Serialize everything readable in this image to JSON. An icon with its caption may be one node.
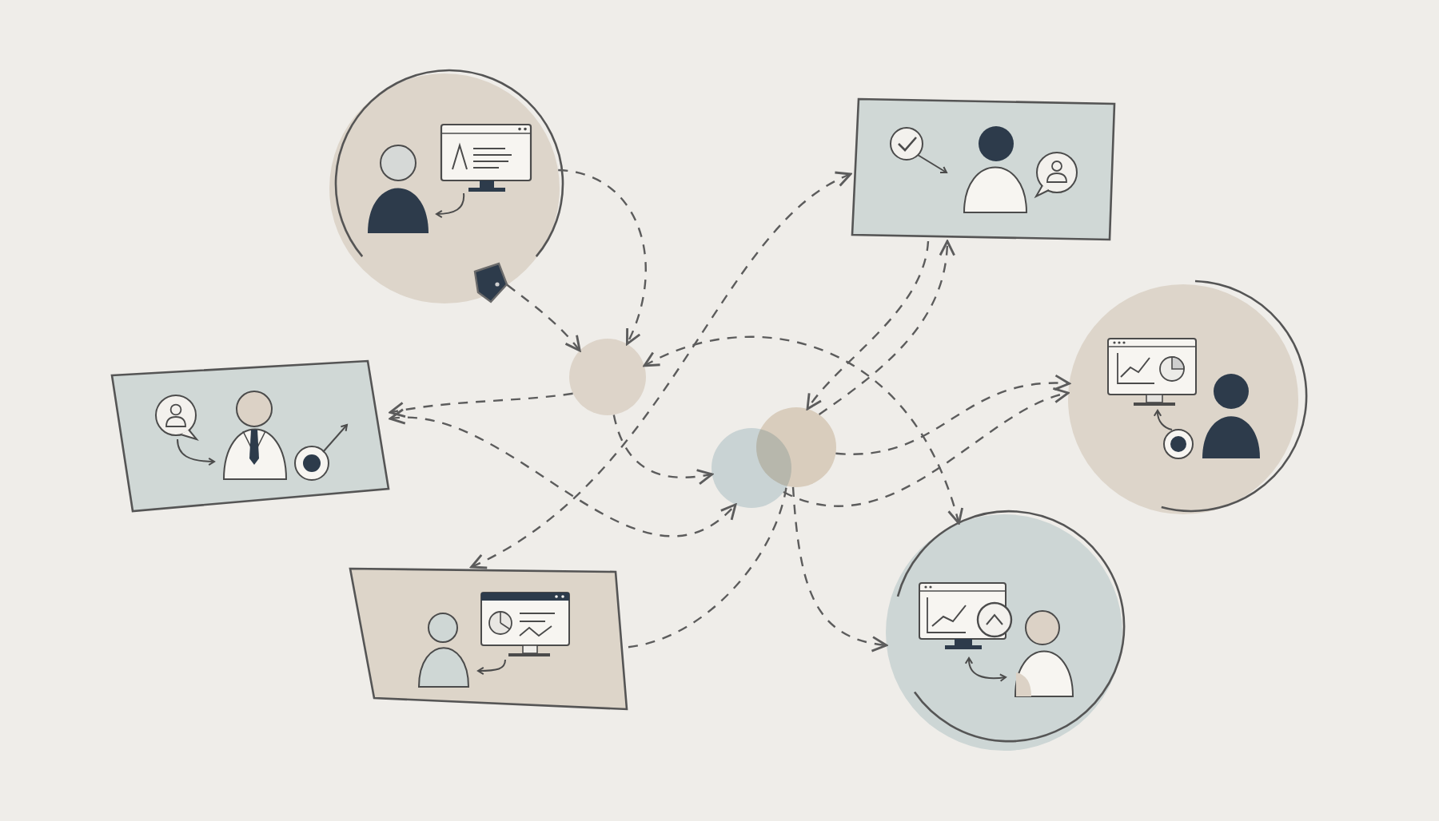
{
  "diagram": {
    "nodes": [
      {
        "text": [],
        "shape": "circle"
      },
      {
        "text": [],
        "shape": "box"
      },
      {
        "text": [],
        "shape": "box"
      },
      {
        "text": [],
        "shape": "circle"
      },
      {
        "text": [],
        "shape": "box"
      },
      {
        "text": [],
        "shape": "circle"
      },
      {
        "text": [],
        "shape": "circle"
      },
      {
        "text": [],
        "shape": "circle"
      },
      {
        "text": [],
        "shape": "circle"
      }
    ],
    "edges": [
      {
        "from": 0,
        "to": 6,
        "arrow": "to",
        "style": "dashed"
      },
      {
        "from": 0,
        "to": 6,
        "arrow": "to",
        "style": "dashed"
      },
      {
        "from": 6,
        "to": 2,
        "arrow": "to",
        "style": "dashed"
      },
      {
        "from": 2,
        "to": 7,
        "arrow": "both",
        "style": "dashed"
      },
      {
        "from": 6,
        "to": 7,
        "arrow": "to",
        "style": "dashed"
      },
      {
        "from": 1,
        "to": 4,
        "arrow": "both",
        "style": "dashed"
      },
      {
        "from": 8,
        "to": 1,
        "arrow": "to",
        "style": "dashed"
      },
      {
        "from": 1,
        "to": 8,
        "arrow": "to",
        "style": "dashed"
      },
      {
        "from": 8,
        "to": 3,
        "arrow": "to",
        "style": "dashed"
      },
      {
        "from": 7,
        "to": 3,
        "arrow": "to",
        "style": "dashed"
      },
      {
        "from": 6,
        "to": 5,
        "arrow": "both",
        "style": "dashed"
      },
      {
        "from": 8,
        "to": 5,
        "arrow": "to",
        "style": "dashed"
      },
      {
        "from": 4,
        "to": 8,
        "arrow": "none",
        "style": "dashed"
      }
    ]
  }
}
